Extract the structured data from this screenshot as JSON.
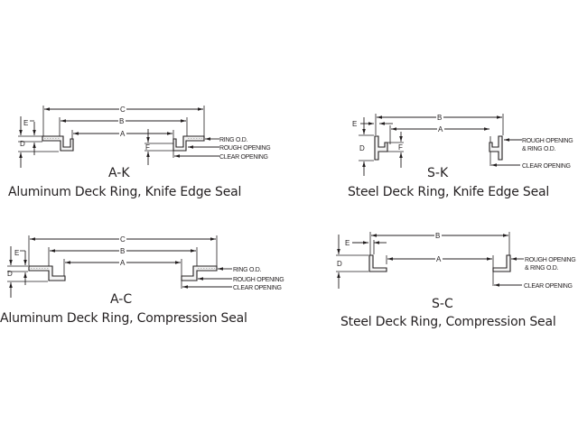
{
  "diagrams": [
    {
      "id": "a-k",
      "code": "A-K",
      "caption": "Aluminum Deck Ring, Knife Edge Seal",
      "dimension_labels": [
        "A",
        "B",
        "C",
        "D",
        "E",
        "F"
      ],
      "callouts": [
        "RING O.D.",
        "ROUGH OPENING",
        "CLEAR OPENING"
      ]
    },
    {
      "id": "s-k",
      "code": "S-K",
      "caption": "Steel Deck Ring, Knife Edge Seal",
      "dimension_labels": [
        "A",
        "B",
        "D",
        "E",
        "F"
      ],
      "callouts": [
        "ROUGH OPENING",
        "& RING O.D.",
        "CLEAR OPENING"
      ]
    },
    {
      "id": "a-c",
      "code": "A-C",
      "caption": "Aluminum Deck Ring, Compression Seal",
      "dimension_labels": [
        "A",
        "B",
        "C",
        "D",
        "E"
      ],
      "callouts": [
        "RING O.D.",
        "ROUGH OPENING",
        "CLEAR OPENING"
      ]
    },
    {
      "id": "s-c",
      "code": "S-C",
      "caption": "Steel Deck Ring, Compression Seal",
      "dimension_labels": [
        "A",
        "B",
        "D",
        "E"
      ],
      "callouts": [
        "ROUGH OPENING",
        "& RING O.D.",
        "CLEAR OPENING"
      ]
    }
  ]
}
